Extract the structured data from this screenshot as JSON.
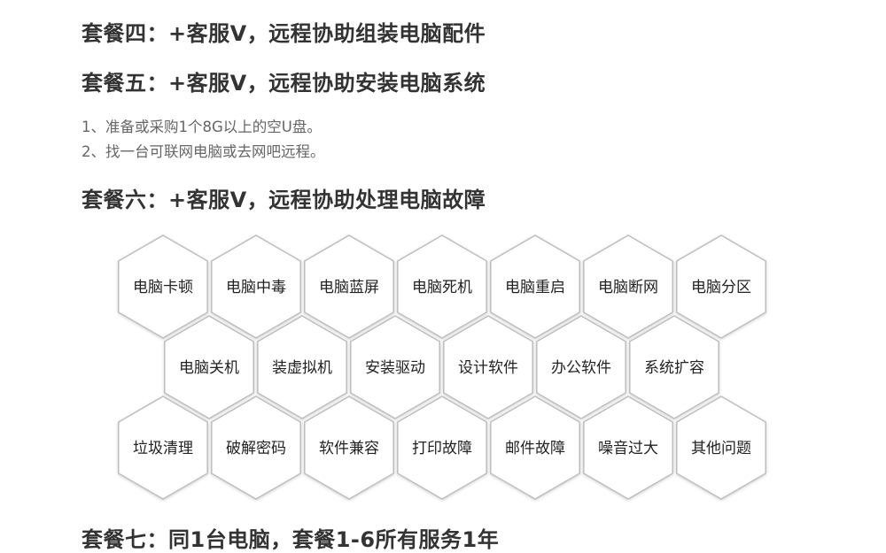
{
  "headings": {
    "plan4": "套餐四：+客服V，远程协助组装电脑配件",
    "plan5": "套餐五：+客服V，远程协助安装电脑系统",
    "plan6": "套餐六：+客服V，远程协助处理电脑故障",
    "plan7": "套餐七：同1台电脑，套餐1-6所有服务1年"
  },
  "notes": [
    "1、准备或采购1个8G以上的空U盘。",
    "2、找一台可联网电脑或去网吧远程。"
  ],
  "services": {
    "row1": [
      "电脑卡顿",
      "电脑中毒",
      "电脑蓝屏",
      "电脑死机",
      "电脑重启",
      "电脑断网",
      "电脑分区"
    ],
    "row2": [
      "电脑关机",
      "装虚拟机",
      "安装驱动",
      "设计软件",
      "办公软件",
      "系统扩容"
    ],
    "row3": [
      "垃圾清理",
      "破解密码",
      "软件兼容",
      "打印故障",
      "邮件故障",
      "噪音过大",
      "其他问题"
    ]
  },
  "colors": {
    "hex_stroke": "#bdbdbd",
    "hex_fill": "#ffffff",
    "heading_text": "#333333",
    "note_text": "#666666"
  }
}
